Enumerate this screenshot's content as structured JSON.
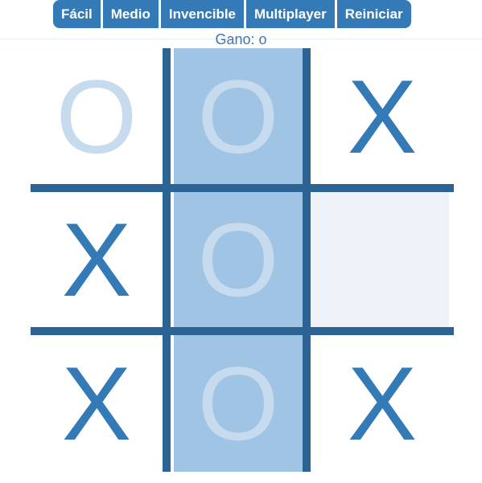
{
  "toolbar": {
    "buttons": [
      "Fácil",
      "Medio",
      "Invencible",
      "Multiplayer",
      "Reiniciar"
    ]
  },
  "status": {
    "text": "Gano: o"
  },
  "board": {
    "cells": [
      "O",
      "O",
      "X",
      "X",
      "O",
      "",
      "X",
      "O",
      "X"
    ],
    "winning_cells": [
      1,
      4,
      7
    ],
    "hovered_cell": 5
  },
  "colors": {
    "button": "#337ab7",
    "grid_line": "#2b6394",
    "mark_x": "#337ab7",
    "mark_o": "#c6dbee",
    "win_highlight": "#a0c4e4",
    "hover_highlight": "#eef3fa"
  }
}
